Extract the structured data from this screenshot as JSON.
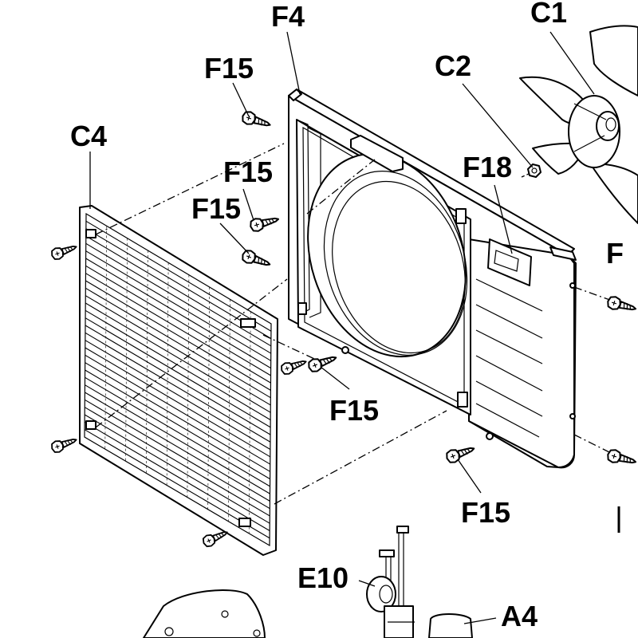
{
  "labels": {
    "c4": "C4",
    "f4": "F4",
    "c1": "C1",
    "c2": "C2",
    "f18": "F18",
    "f15_top": "F15",
    "f15_mid_a": "F15",
    "f15_mid_b": "F15",
    "f15_lower": "F15",
    "f15_bottom": "F15",
    "f_partial": "F",
    "e10": "E10",
    "a4": "A4"
  }
}
